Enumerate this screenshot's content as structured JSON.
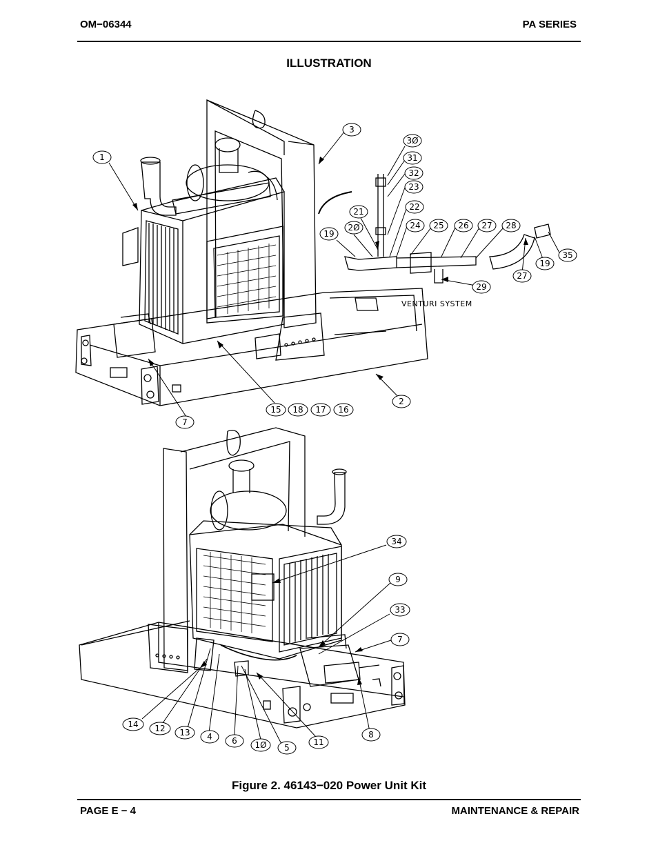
{
  "header": {
    "doc_number": "OM−06344",
    "series": "PA SERIES"
  },
  "section_title": "ILLUSTRATION",
  "figure": {
    "caption": "Figure 2. 46143−020 Power Unit Kit",
    "note": "VENTURI SYSTEM",
    "callouts": {
      "c1": "1",
      "c2": "2",
      "c3": "3",
      "c4": "4",
      "c5": "5",
      "c6": "6",
      "c7a": "7",
      "c7b": "7",
      "c8": "8",
      "c9": "9",
      "c10": "1Ø",
      "c11": "11",
      "c12": "12",
      "c13": "13",
      "c14": "14",
      "c15": "15",
      "c16": "16",
      "c17": "17",
      "c18": "18",
      "c19a": "19",
      "c19b": "19",
      "c20": "2Ø",
      "c21": "21",
      "c22": "22",
      "c23": "23",
      "c24": "24",
      "c25": "25",
      "c26": "26",
      "c27a": "27",
      "c27b": "27",
      "c28": "28",
      "c29": "29",
      "c30": "3Ø",
      "c31": "31",
      "c32": "32",
      "c33": "33",
      "c34": "34",
      "c35": "35"
    }
  },
  "footer": {
    "page": "PAGE E − 4",
    "section": "MAINTENANCE & REPAIR"
  }
}
